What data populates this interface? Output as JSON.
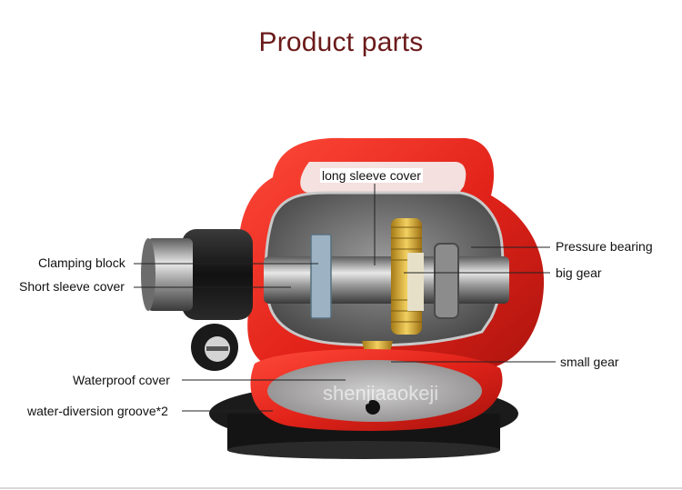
{
  "title": "Product parts",
  "watermark": "shenjiaaokeji",
  "colors": {
    "title": "#6b1a1a",
    "body": "#e2231a",
    "body_dark": "#b0150f",
    "metal": "#a8a8a8",
    "brass": "#d9b338"
  },
  "labels": {
    "long_sleeve_cover": "long sleeve cover",
    "pressure_bearing": "Pressure bearing",
    "big_gear": "big gear",
    "clamping_block": "Clamping block",
    "short_sleeve_cover": "Short sleeve cover",
    "small_gear": "small gear",
    "waterproof_cover": "Waterproof cover",
    "water_diversion_groove": "water-diversion groove*2"
  }
}
